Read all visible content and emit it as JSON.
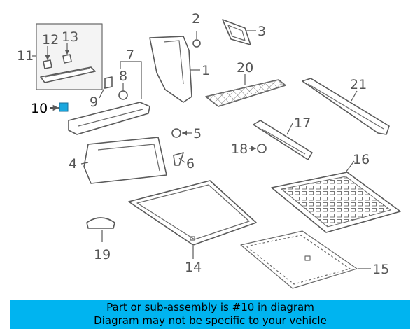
{
  "banner": {
    "line1": "Part or sub-assembly is #10 in diagram",
    "line2": "Diagram may not be specific to your vehicle",
    "color": "#00b4f0"
  },
  "highlight": {
    "part": "10",
    "color": "#1aa7de"
  },
  "callouts": {
    "c1": "1",
    "c2": "2",
    "c3": "3",
    "c4": "4",
    "c5": "5",
    "c6": "6",
    "c7": "7",
    "c8": "8",
    "c9": "9",
    "c10": "10",
    "c11": "11",
    "c12": "12",
    "c13": "13",
    "c14": "14",
    "c15": "15",
    "c16": "16",
    "c17": "17",
    "c18": "18",
    "c19": "19",
    "c20": "20",
    "c21": "21"
  }
}
